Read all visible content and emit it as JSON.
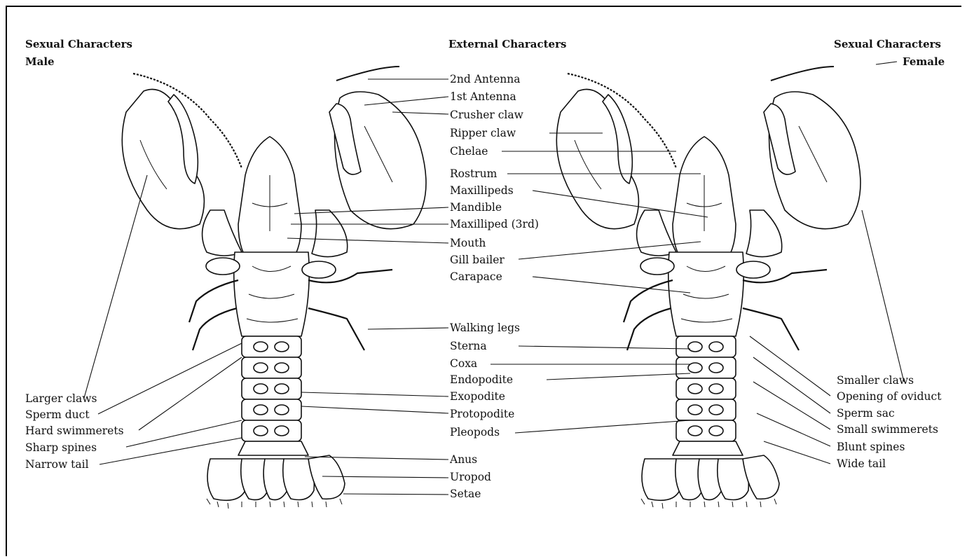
{
  "headers": {
    "left_line1": "Sexual Characters",
    "left_line2": "Male",
    "center": "External Characters",
    "right_line1": "Sexual Characters",
    "right_line2": "Female"
  },
  "external_labels": [
    "2nd Antenna",
    "1st Antenna",
    "Crusher claw",
    "Ripper claw",
    "Chelae",
    "Rostrum",
    "Maxillipeds",
    "Mandible",
    "Maxilliped (3rd)",
    "Mouth",
    "Gill bailer",
    "Carapace",
    "Walking legs",
    "Sterna",
    "Coxa",
    "Endopodite",
    "Exopodite",
    "Protopodite",
    "Pleopods",
    "Anus",
    "Uropod",
    "Setae"
  ],
  "male_labels": [
    "Larger claws",
    "Sperm duct",
    "Hard swimmerets",
    "Sharp spines",
    "Narrow tail"
  ],
  "female_labels": [
    "Smaller claws",
    "Opening of oviduct",
    "Sperm sac",
    "Small swimmerets",
    "Blunt spines",
    "Wide tail"
  ],
  "colors": {
    "ink": "#111111",
    "paper": "#ffffff"
  }
}
